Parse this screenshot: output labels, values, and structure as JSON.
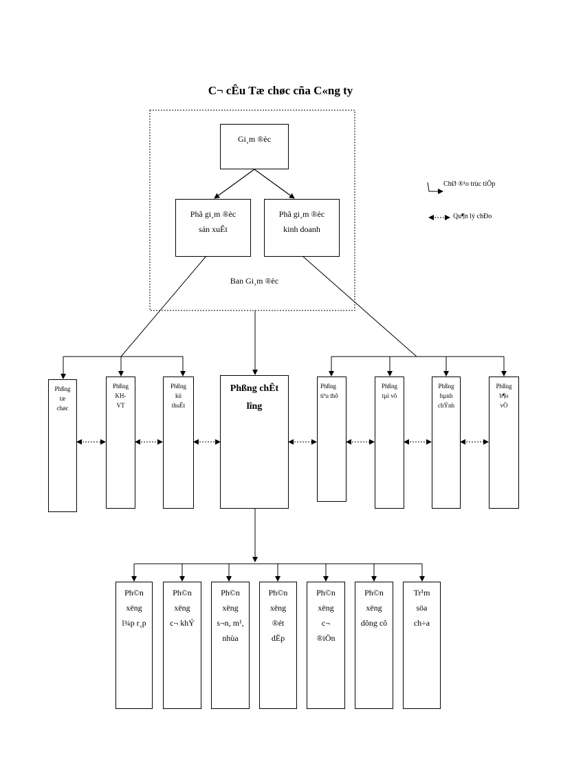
{
  "title": "C¬ cÊu Tæ chøc cña C«ng ty",
  "board_label": "Ban Gi¸m ®èc",
  "management": {
    "director": "Gi¸m ®èc",
    "deputy_production": "Phã gi¸m ®èc\nsản xuÊt",
    "deputy_business": "Phã gi¸m ®èc\nkinh doanh"
  },
  "departments": [
    "Phßng\ntæ\nchøc",
    "Phßng\nKH-\nVT",
    "Phßng\nkü\nthuËt",
    "Phßng chÊt\nl­îng",
    "Phßng\ntiªu thô",
    "Phßng\ntµi vô",
    "Phßng\nhµnh\nchÝnh",
    "Phßng\nb¶o\nvÖ"
  ],
  "workshops": [
    "Ph©n\nx­ëng\nl¾p r¸p",
    "Ph©n\nx­ëng\nc¬ khÝ",
    "Ph©n\nx­ëng\ns¬n, m¹,\nnhùa",
    "Ph©n\nx­ëng\n®ét\ndËp",
    "Ph©n\nx­ëng\nc¬\n®iÖn",
    "Ph©n\nx­ëng\ndông cô",
    "Tr¹m\nsöa\nch÷a"
  ],
  "legend": {
    "direct": "ChØ ®¹o trùc tiÕp",
    "management": "Qu¶n lý chÐo"
  }
}
